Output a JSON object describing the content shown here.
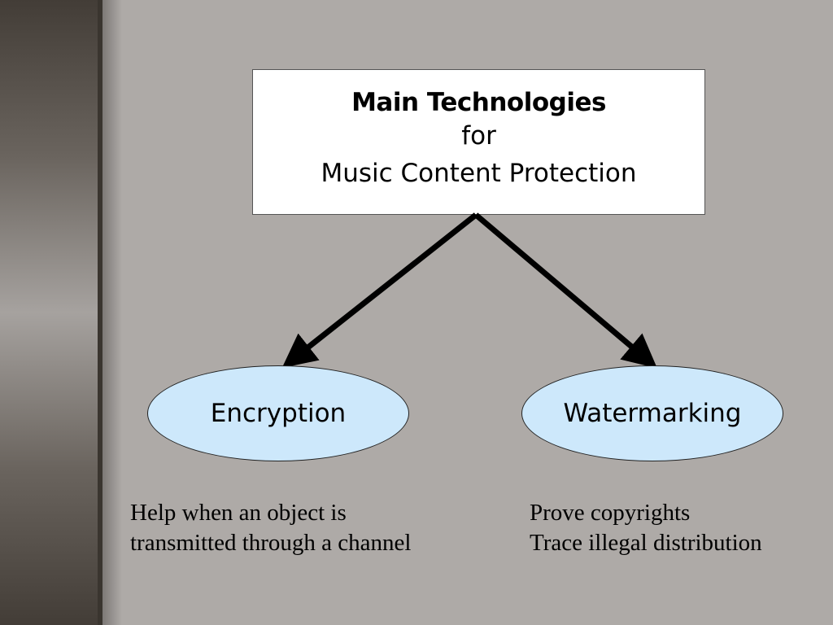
{
  "title": {
    "heading": "Main Technologies",
    "line2": "for",
    "line3": "Music Content Protection"
  },
  "nodes": [
    {
      "label": "Encryption",
      "fill": "#cde8fb"
    },
    {
      "label": "Watermarking",
      "fill": "#cde8fb"
    }
  ],
  "descriptions": {
    "encryption": [
      "Help when an object is",
      "transmitted through a channel"
    ],
    "watermarking": [
      "Prove copyrights",
      "Trace illegal distribution"
    ]
  }
}
